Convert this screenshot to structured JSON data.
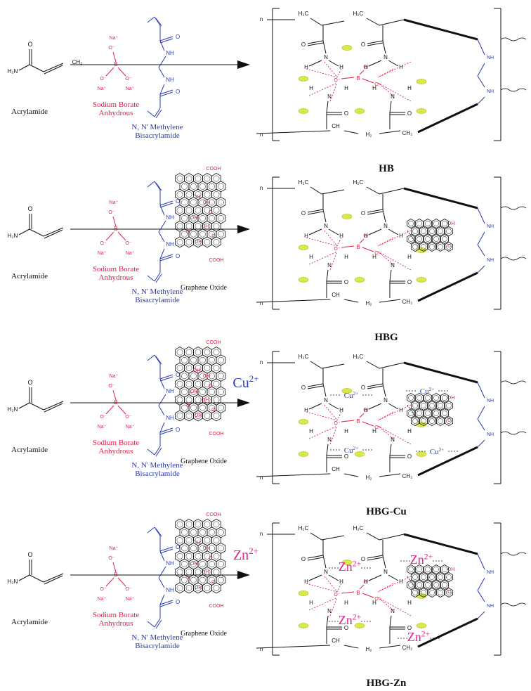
{
  "colors": {
    "black": "#111111",
    "red": "#e0224a",
    "blue": "#2b3cb5",
    "magenta": "#e0228f",
    "ellipse_fill": "#d9e84c",
    "ellipse_stroke": "#b5c21e"
  },
  "panels": [
    {
      "id": "hb",
      "acrylamide_label": "Acrylamide",
      "borate_label_1": "Sodium Borate",
      "borate_label_2": "Anhydrous",
      "bis_label_1": "N, N' Methylene",
      "bis_label_2": "Bisacrylamide",
      "product_label": "HB",
      "has_go": false
    },
    {
      "id": "hbg",
      "acrylamide_label": "Acrylamide",
      "borate_label_1": "Sodium Borate",
      "borate_label_2": "Anhydrous",
      "bis_label_1": "N, N' Methylene",
      "bis_label_2": "Bisacrylamide",
      "go_label": "Graphene Oxide",
      "product_label": "HBG",
      "has_go": true
    },
    {
      "id": "hbgcu",
      "acrylamide_label": "Acrylamide",
      "borate_label_1": "Sodium Borate",
      "borate_label_2": "Anhydrous",
      "bis_label_1": "N, N' Methylene",
      "bis_label_2": "Bisacrylamide",
      "go_label": "Graphene Oxide",
      "ion_base": "Cu",
      "ion_charge": "2+",
      "product_label": "HBG-Cu",
      "has_go": true
    },
    {
      "id": "hbgzn",
      "acrylamide_label": "Acrylamide",
      "borate_label_1": "Sodium Borate",
      "borate_label_2": "Anhydrous",
      "bis_label_1": "N, N' Methylene",
      "bis_label_2": "Bisacrylamide",
      "go_label": "Graphene Oxide",
      "ion_base": "Zn",
      "ion_charge": "2+",
      "product_label": "HBG-Zn",
      "has_go": true
    }
  ],
  "atoms": {
    "h2n": "H₂N",
    "o": "O",
    "ch2": "CH₂",
    "h2c": "H₂C",
    "h2": "H₂",
    "ch": "CH",
    "nh": "NH",
    "n": "N",
    "h": "H",
    "na": "Na⁺",
    "b": "B",
    "o_minus": "O⁻",
    "cooh": "COOH",
    "oh": "OH",
    "chain_n": "n"
  }
}
